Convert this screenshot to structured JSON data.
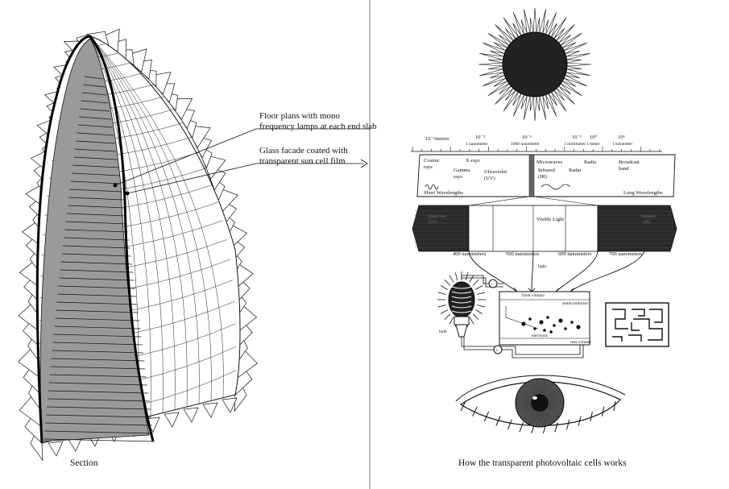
{
  "left_panel": {
    "annotation_floor": [
      "Floor plans with mono",
      "frequency lamps at each end slab"
    ],
    "annotation_glass": [
      "Glass facade coated with",
      "transparent sun cell film"
    ],
    "caption": "Section"
  },
  "right_panel": {
    "caption": "How the transparent photovoltaic cells works",
    "spectrum": {
      "scale_labels": [
        {
          "main": "10⁻⁶meters",
          "sub": ""
        },
        {
          "main": "10⁻⁹",
          "sub": "1 nanometer"
        },
        {
          "main": "10⁻⁶",
          "sub": "1000 nanometer"
        },
        {
          "main": "10⁻³",
          "sub": "1 millimeter"
        },
        {
          "main": "10⁰",
          "sub": "1 meter"
        },
        {
          "main": "10³",
          "sub": "1 kilometer"
        }
      ],
      "bands": [
        {
          "lines": [
            "Cosmic",
            "rays"
          ]
        },
        {
          "lines": [
            "X-rays"
          ]
        },
        {
          "lines": [
            "Gamma",
            "rays"
          ]
        },
        {
          "lines": [
            "Ultraviolet",
            "(UV)"
          ]
        },
        {
          "lines": [
            "Infrared",
            "(IR)"
          ]
        },
        {
          "lines": [
            "Microwaves"
          ]
        },
        {
          "lines": [
            "Radar"
          ]
        },
        {
          "lines": [
            "Radio"
          ]
        },
        {
          "lines": [
            "Broadcast",
            "band"
          ]
        }
      ],
      "short_label": "Short Wavelengths",
      "long_label": "Long Wavelengths",
      "visible_light": "Visible Light",
      "uv_label": [
        "Ultraviolet",
        "(UV)"
      ],
      "ir_label": [
        "Infrared",
        "(IR)"
      ],
      "nm_labels": [
        "400 nanometers",
        "500 nanometers",
        "600 nanometers",
        "700 nanometers"
      ]
    },
    "cell": {
      "light": "light",
      "front_contact": "front contact",
      "semiconductor": "semiconductor",
      "electrons": "electrons",
      "rear_contact": "rear contact",
      "bulb": "bulb",
      "minus": "−",
      "plus": "+"
    }
  }
}
